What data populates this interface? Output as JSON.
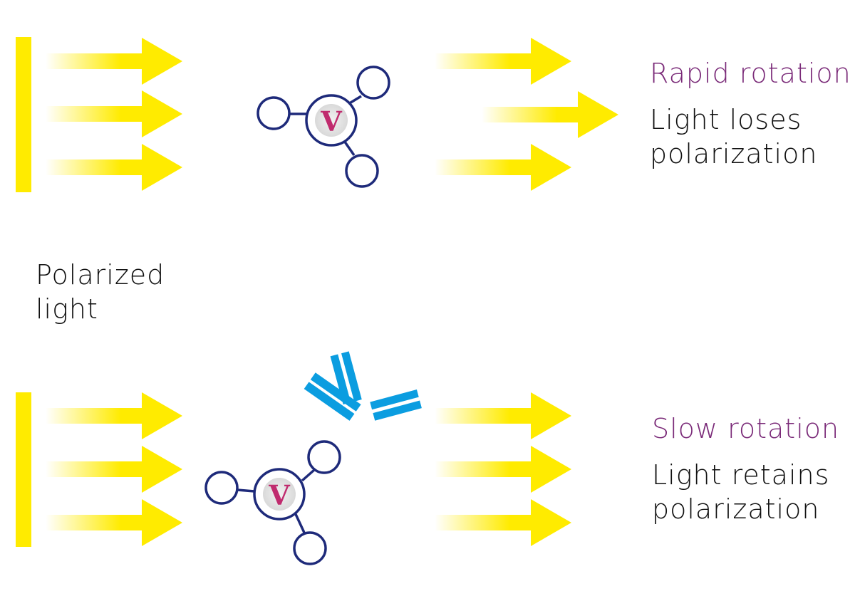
{
  "labels": {
    "polarized_light_1": "Polarized",
    "polarized_light_2": "light",
    "top_state": "Rapid rotation",
    "top_result_1": "Light loses",
    "top_result_2": "polarization",
    "bottom_state": "Slow rotation",
    "bottom_result_1": "Light retains",
    "bottom_result_2": "polarization"
  },
  "molecule_logo_letter": "V",
  "icons": {
    "polarizer": "polarizer-bar",
    "light_beam": "arrow-right",
    "molecule": "fluorescent-tracer",
    "antibody": "antibody-y-shape"
  },
  "colors": {
    "light": "#ffeb00",
    "molecule": "#1e2a7a",
    "antibody": "#0b9de0",
    "accent_text": "#7a2a78",
    "body_text": "#111111"
  }
}
